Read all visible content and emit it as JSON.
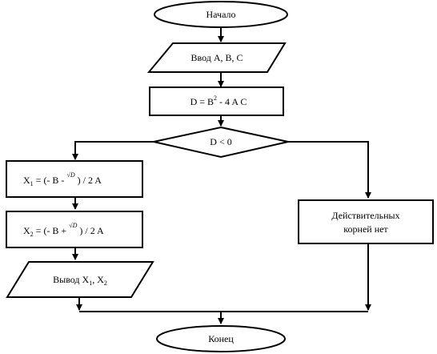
{
  "flowchart": {
    "start": {
      "label": "Начало"
    },
    "input": {
      "label": "Ввод A, B, C"
    },
    "discriminant": {
      "lhs": "D = B",
      "exp": "2",
      "rhs": " - 4 A C"
    },
    "decision": {
      "label": "D < 0"
    },
    "root1": {
      "x": "X",
      "sub": "1",
      "pre": " = (- B - ",
      "sqrt": "√",
      "rad": "D",
      "post": " ) / 2 A"
    },
    "root2": {
      "x": "X",
      "sub": "2",
      "pre": " = (- B + ",
      "sqrt": "√",
      "rad": "D",
      "post": " ) / 2 A"
    },
    "output": {
      "pre": "Вывод X",
      "sub1": "1",
      "mid": ", X",
      "sub2": "2"
    },
    "no_roots": {
      "line1": "Действительных",
      "line2": "корней нет"
    },
    "end": {
      "label": "Конец"
    }
  }
}
